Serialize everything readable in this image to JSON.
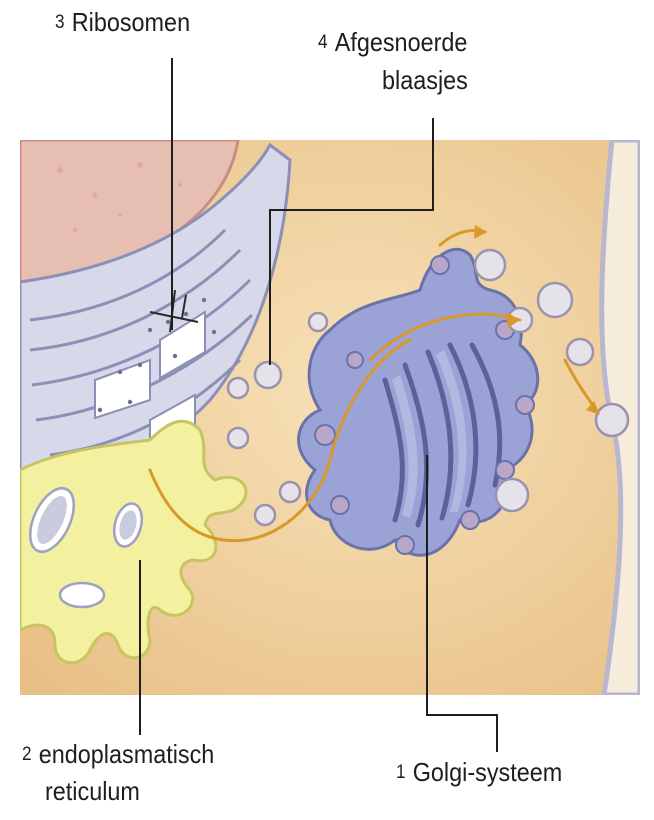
{
  "colors": {
    "cytoplasm": "#f2d6a8",
    "cell_membrane": "#b9b6cf",
    "nucleus": "#e7bfb2",
    "endoplasmic_reticulum": "#d7d9ea",
    "smooth_er": "#f3f0a0",
    "golgi": "#9aa2d6",
    "vesicle": "#e6e2ea",
    "transport_arrow": "#d79a2a",
    "leader_line": "#1e1e1e"
  },
  "labels": [
    {
      "key": "golgi",
      "number": "1",
      "lines": [
        "Golgi-systeem"
      ]
    },
    {
      "key": "er",
      "number": "2",
      "lines": [
        "endoplasmatisch",
        "reticulum"
      ]
    },
    {
      "key": "ribosomes",
      "number": "3",
      "lines": [
        "Ribosomen"
      ]
    },
    {
      "key": "vesicles",
      "number": "4",
      "lines": [
        "Afgesnoerde",
        "blaasjes"
      ]
    }
  ]
}
